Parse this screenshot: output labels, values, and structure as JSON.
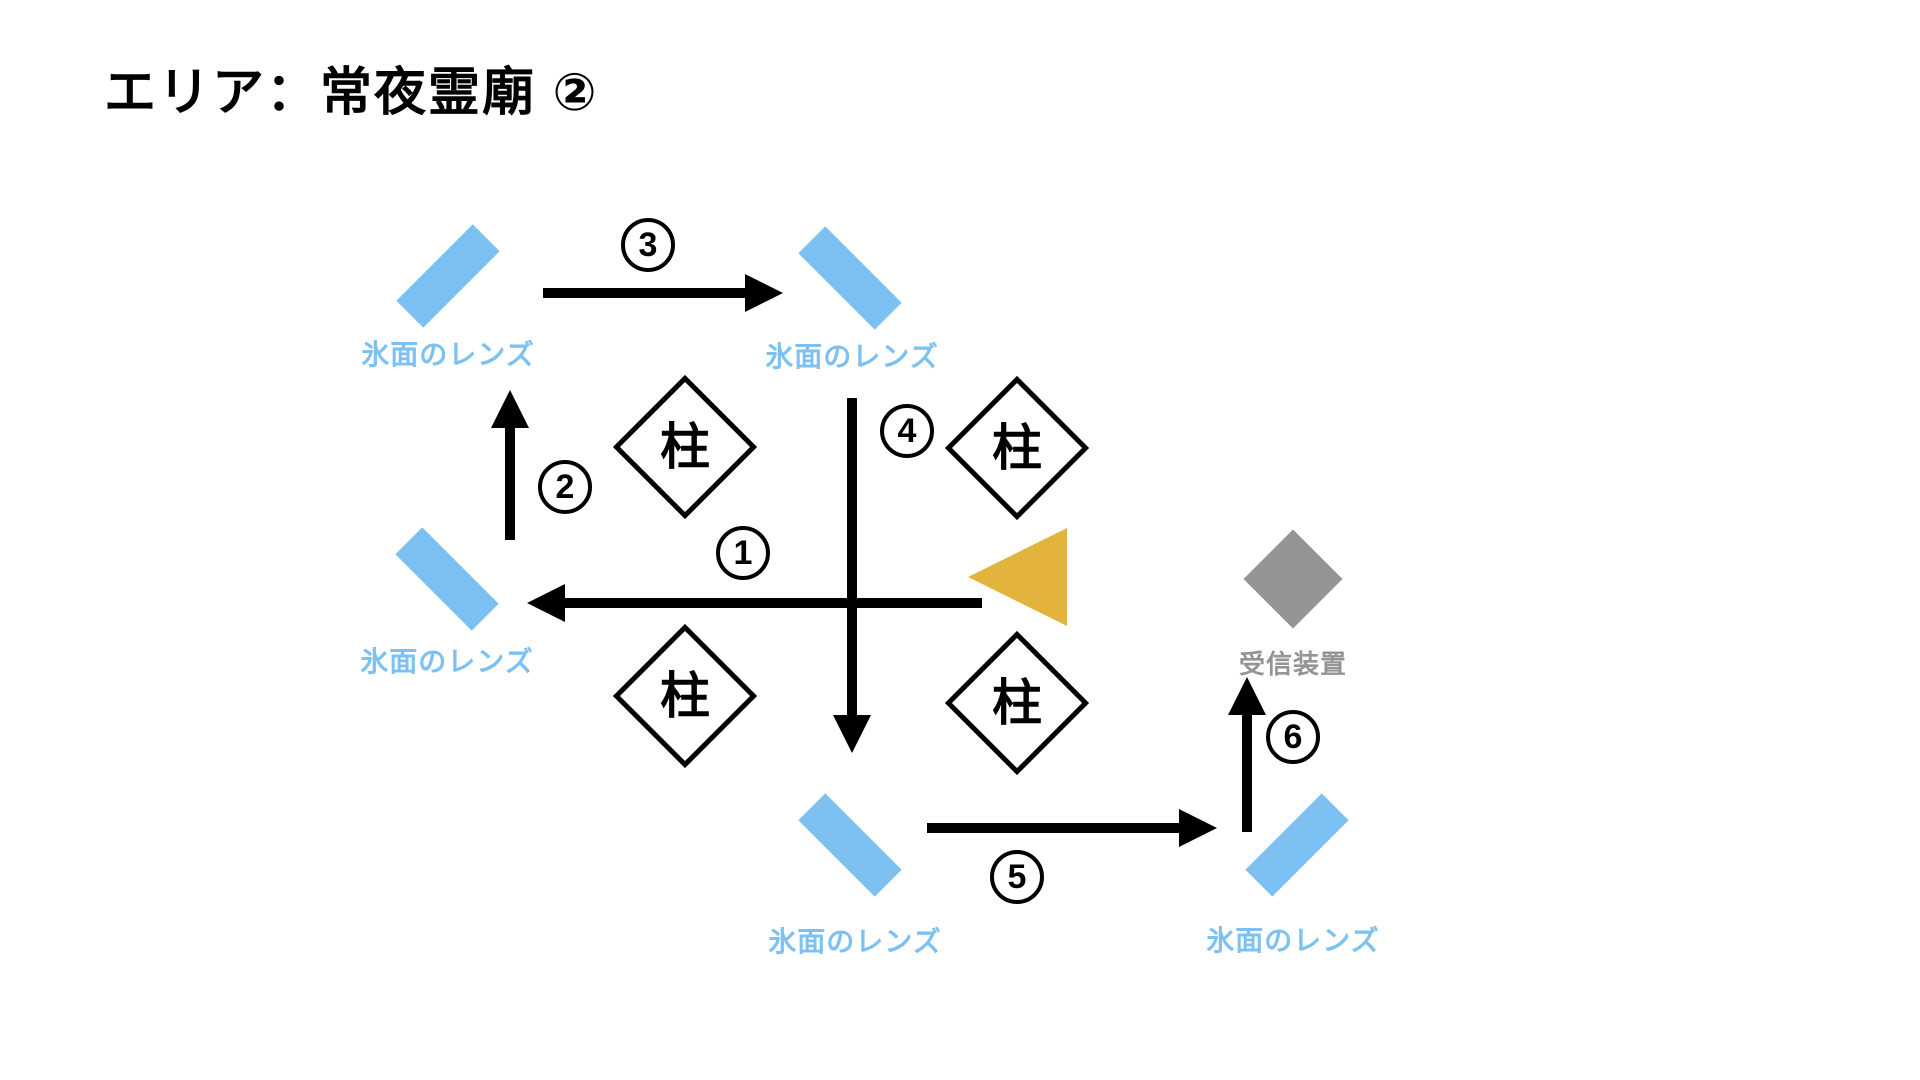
{
  "title": "エリア：常夜霊廟 ②",
  "colors": {
    "lens": "#7CC1F2",
    "lens_label": "#7CC1F2",
    "pillar_border": "#000000",
    "receiver": "#949494",
    "receiver_label": "#949494",
    "beam_source": "#E2B43E",
    "arrow": "#000000",
    "background": "#ffffff"
  },
  "nodes": {
    "lenses": [
      {
        "id": "top-left",
        "label": "氷面のレンズ"
      },
      {
        "id": "top-middle",
        "label": "氷面のレンズ"
      },
      {
        "id": "middle-left",
        "label": "氷面のレンズ"
      },
      {
        "id": "bottom-middle",
        "label": "氷面のレンズ"
      },
      {
        "id": "bottom-right",
        "label": "氷面のレンズ"
      }
    ],
    "pillars": [
      {
        "label": "柱"
      },
      {
        "label": "柱"
      },
      {
        "label": "柱"
      },
      {
        "label": "柱"
      }
    ],
    "receiver": {
      "label": "受信装置"
    },
    "source": {
      "icon": "beam-source-triangle"
    }
  },
  "steps": [
    "1",
    "2",
    "3",
    "4",
    "5",
    "6"
  ]
}
